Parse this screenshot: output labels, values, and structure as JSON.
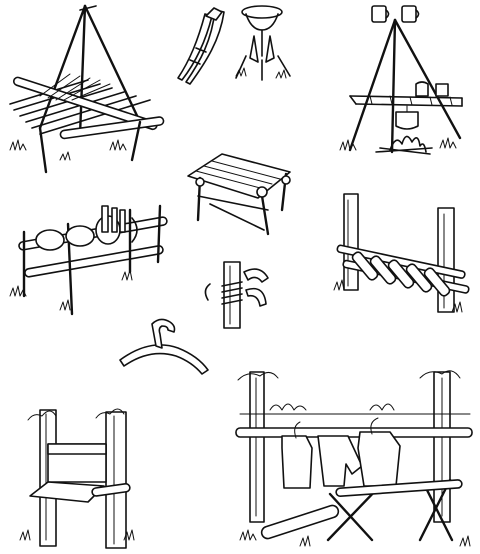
{
  "image": {
    "style": "black-and-white line engraving",
    "ink_color": "#111111",
    "paper_color": "#ffffff",
    "panels": [
      {
        "name": "tripod-drying-table"
      },
      {
        "name": "split-stake-clamps"
      },
      {
        "name": "tripod-pot-hanger-over-fire"
      },
      {
        "name": "lashed-square-table"
      },
      {
        "name": "dish-drying-rack"
      },
      {
        "name": "log-rack-between-trees"
      },
      {
        "name": "lashed-hook-on-post"
      },
      {
        "name": "forked-branch-hanger"
      },
      {
        "name": "tree-mounted-cupboard"
      },
      {
        "name": "clothesline-between-trees"
      }
    ]
  }
}
